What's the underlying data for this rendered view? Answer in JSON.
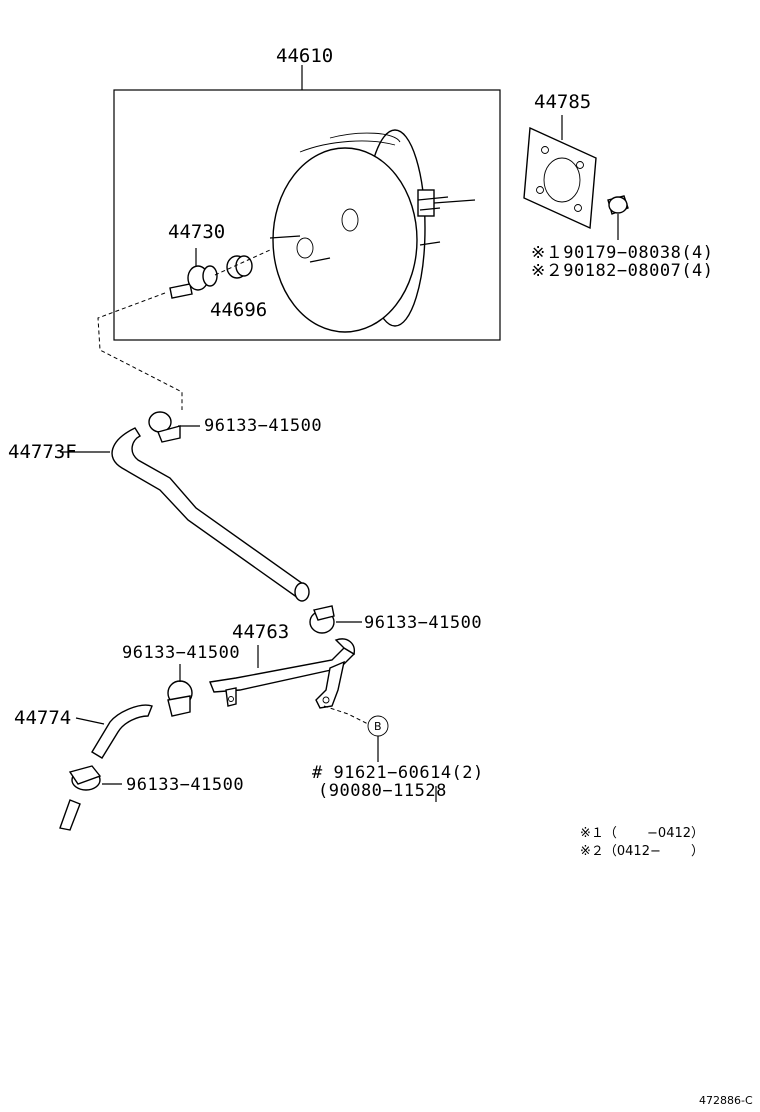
{
  "labels": {
    "booster_assy": "44610",
    "gasket": "44785",
    "check_valve": "44730",
    "grommet": "44696",
    "bolt_note1": "※１90179−08038(4)",
    "bolt_note2": "※２90182−08007(4)",
    "clip_upper": "96133−41500",
    "hose_upper": "44773F",
    "clip_mid": "96133−41500",
    "pipe": "44763",
    "clip_left": "96133−41500",
    "hose_lower": "44774",
    "clip_bottom": "96133−41500",
    "bolt_b1": "# 91621−60614(2)",
    "bolt_b2": "(90080−11528",
    "marker_b": "B"
  },
  "legend": {
    "line1": "※１（　　 −0412）",
    "line2": "※２（0412−　　 ）"
  },
  "reference": "472886-C"
}
